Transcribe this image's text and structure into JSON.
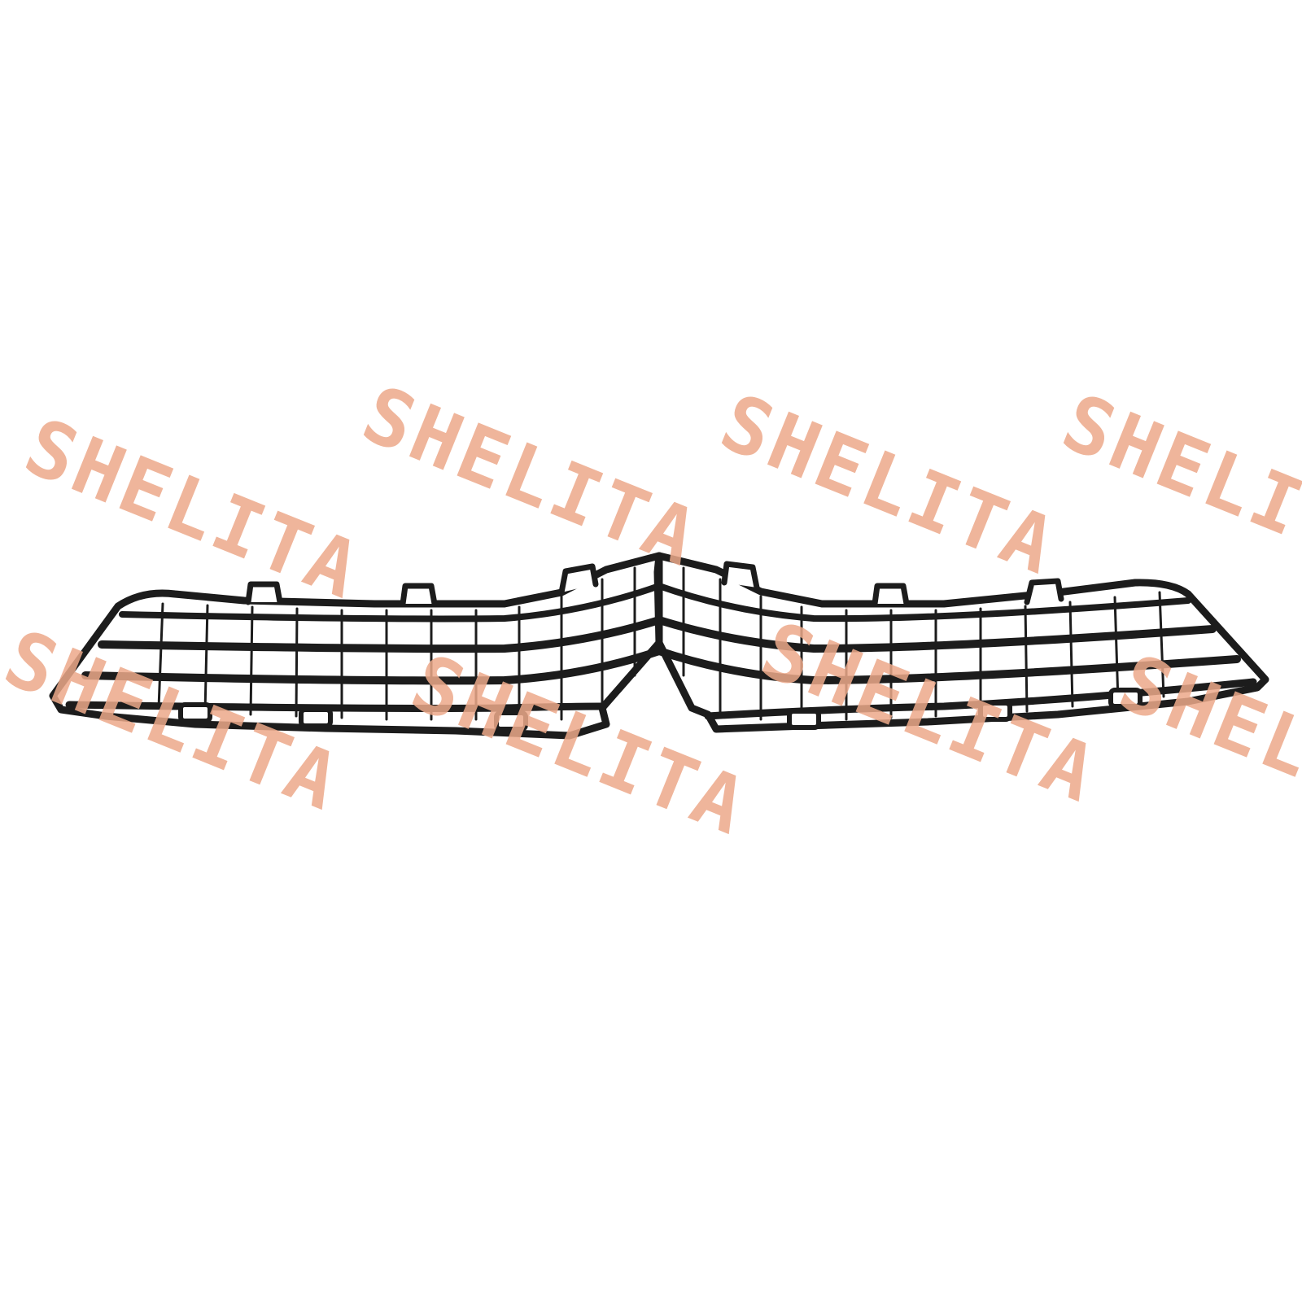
{
  "product": {
    "name_icon": "front-bumper-lower-grille",
    "color": "#1c1c1c",
    "background": "#ffffff"
  },
  "watermark": {
    "text": "SHELITA",
    "color": "#eda98a",
    "opacity": 0.85
  }
}
